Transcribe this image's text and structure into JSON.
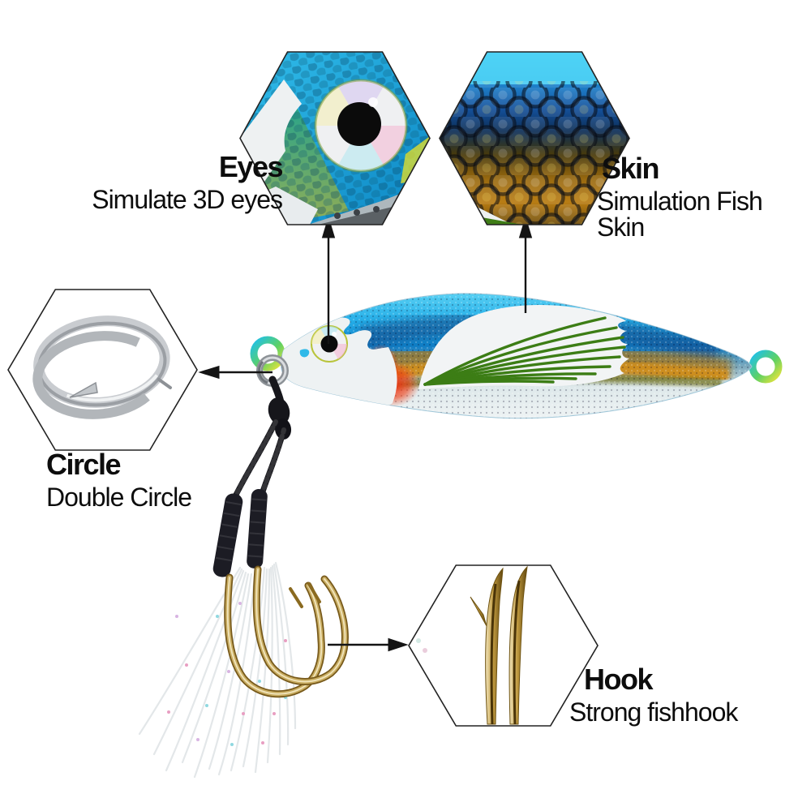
{
  "callouts": {
    "eyes": {
      "title": "Eyes",
      "subtitle": "Simulate 3D eyes"
    },
    "skin": {
      "title": "Skin",
      "subtitle": "Simulation Fish Skin"
    },
    "circle": {
      "title": "Circle",
      "subtitle": "Double Circle"
    },
    "hook": {
      "title": "Hook",
      "subtitle": "Strong fishhook"
    }
  },
  "colors": {
    "background": "#ffffff",
    "text_color": "#0d0d0d",
    "lure_blue": "#1b9ade",
    "lure_gold": "#c8881c",
    "belly_silver": "#e9eff1",
    "fin_green": "#3c7d15",
    "red_accent": "#ee2e10",
    "hook_gold": "#c9ad62",
    "cord_black": "#17171c",
    "ring_silver": "#b7bbbf"
  }
}
